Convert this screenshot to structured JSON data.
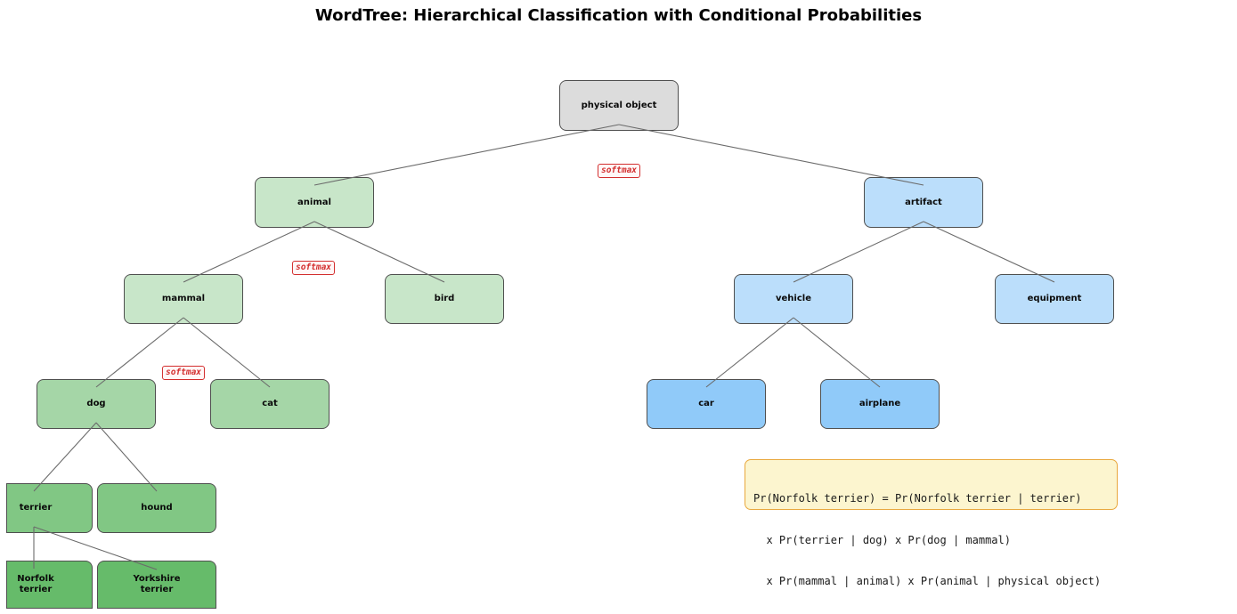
{
  "title": "WordTree: Hierarchical Classification with Conditional Probabilities",
  "softmax_label": "softmax",
  "colors": {
    "root_fill": "#dcdcdc",
    "green_l1": "#c8e6c9",
    "green_l2": "#a5d6a7",
    "green_l3": "#81c784",
    "green_l4": "#66bb6a",
    "blue_l1": "#bbdefb",
    "blue_l2": "#90caf9",
    "softmax_red": "#d32f2f",
    "note_bg": "#fcf5cf",
    "note_border": "#e9a83e",
    "edge_gray": "#6b6b6b"
  },
  "nodes": {
    "physical_object": {
      "label": "physical object"
    },
    "animal": {
      "label": "animal"
    },
    "artifact": {
      "label": "artifact"
    },
    "mammal": {
      "label": "mammal"
    },
    "bird": {
      "label": "bird"
    },
    "vehicle": {
      "label": "vehicle"
    },
    "equipment": {
      "label": "equipment"
    },
    "dog": {
      "label": "dog"
    },
    "cat": {
      "label": "cat"
    },
    "car": {
      "label": "car"
    },
    "airplane": {
      "label": "airplane"
    },
    "terrier": {
      "label": "terrier"
    },
    "hound": {
      "label": "hound"
    },
    "norfolk_terrier": {
      "label": "Norfolk\nterrier"
    },
    "yorkshire_terrier": {
      "label": "Yorkshire\nterrier"
    }
  },
  "note": {
    "lines": [
      "Pr(Norfolk terrier) = Pr(Norfolk terrier | terrier)",
      "  x Pr(terrier | dog) x Pr(dog | mammal)",
      "  x Pr(mammal | animal) x Pr(animal | physical object)"
    ]
  }
}
